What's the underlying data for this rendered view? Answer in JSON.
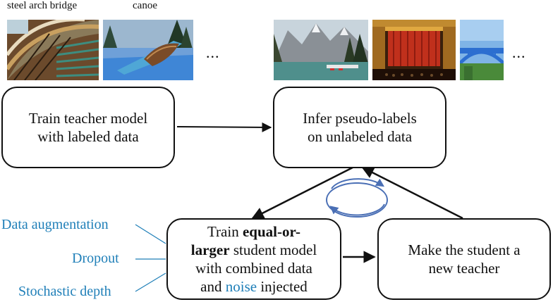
{
  "image_labels": {
    "first": "steel arch bridge",
    "second": "canoe"
  },
  "ellipsis_left": "...",
  "ellipsis_right": "...",
  "boxes": {
    "train_teacher": {
      "line1": "Train teacher model",
      "line2": "with labeled data"
    },
    "infer_labels": {
      "line1": "Infer pseudo-labels",
      "line2": "on unlabeled data"
    },
    "train_student": {
      "line1_pre": "Train ",
      "line1_bold": "equal-or-",
      "line2_bold": "larger",
      "line2_post": " student model",
      "line3": "with combined data",
      "line4_pre": "and ",
      "line4_noise": "noise",
      "line4_post": " injected"
    },
    "make_teacher": {
      "line1": "Make the student a",
      "line2": "new teacher"
    }
  },
  "noise_types": [
    "Data augmentation",
    "Dropout",
    "Stochastic depth"
  ],
  "colors": {
    "noise_blue": "#1f7fb8",
    "cycle_blue": "#4a6fb5",
    "box_border": "#111111"
  }
}
